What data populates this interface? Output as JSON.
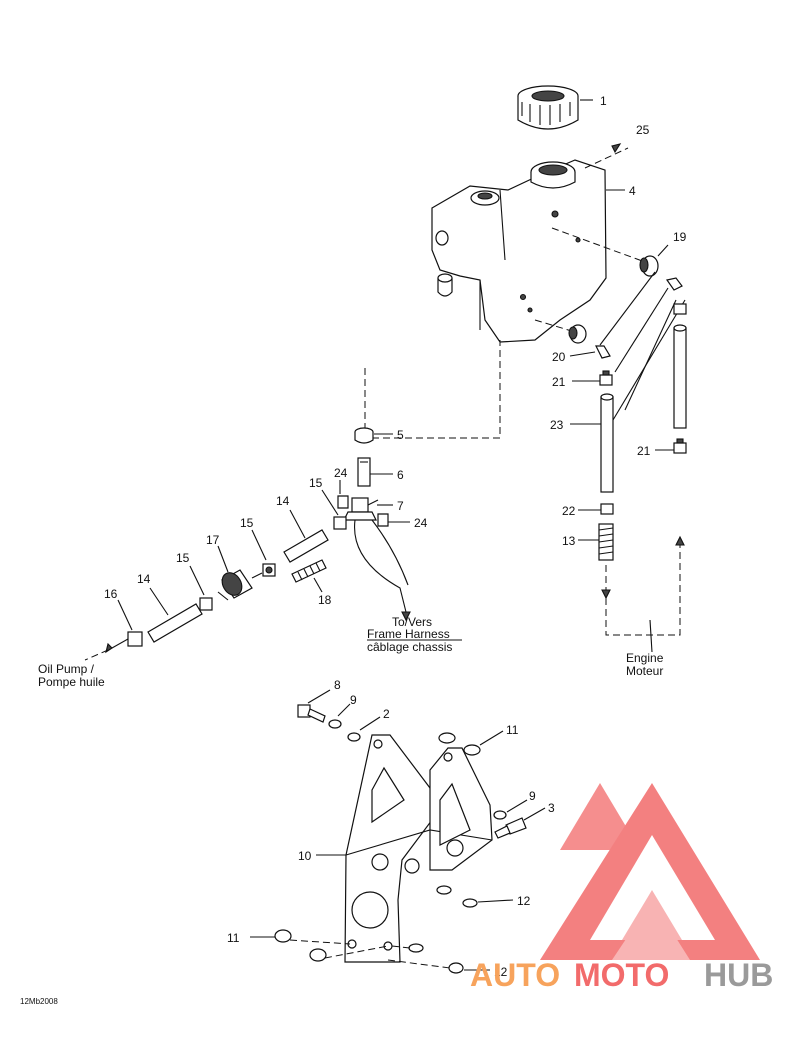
{
  "parts": [
    "1",
    "25",
    "4",
    "19",
    "20",
    "21",
    "23",
    "21",
    "22",
    "13",
    "5",
    "6",
    "24",
    "7",
    "24",
    "15",
    "14",
    "15",
    "17",
    "15",
    "14",
    "16",
    "18",
    "8",
    "9",
    "2",
    "11",
    "9",
    "3",
    "10",
    "12",
    "11",
    "12"
  ],
  "captions": {
    "frame_line1": "To/Vers",
    "frame_line2": "Frame Harness",
    "frame_line3": "câblage chassis",
    "oil_line1": "Oil Pump /",
    "oil_line2": "Pompe huile",
    "engine_line1": "Engine",
    "engine_line2": "Moteur"
  },
  "code": "12Mb2008",
  "watermark": {
    "part1": "AUTO",
    "part2": "MOTO",
    "part3": "HUB",
    "color_red": "#f26b6b",
    "color_orange": "#f7a35c",
    "color_gray": "#9a9a9a"
  }
}
